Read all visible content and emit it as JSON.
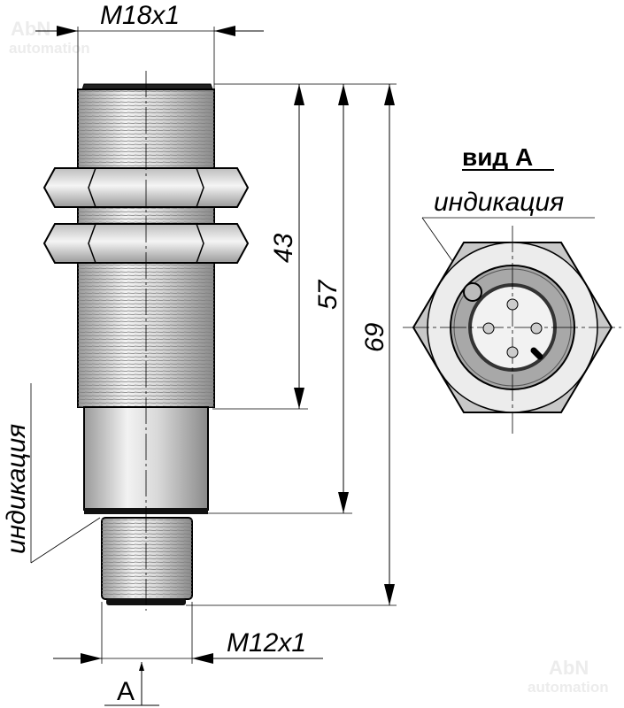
{
  "watermark": {
    "line1": "AbN",
    "line2": "automation"
  },
  "dimensions": {
    "thread_main": "M18x1",
    "thread_connector": "M12x1",
    "length_thread": "43",
    "length_body": "57",
    "length_total": "69"
  },
  "labels": {
    "indication_side": "индикация",
    "indication_view": "индикация",
    "view_title": "вид А",
    "view_marker": "А"
  }
}
